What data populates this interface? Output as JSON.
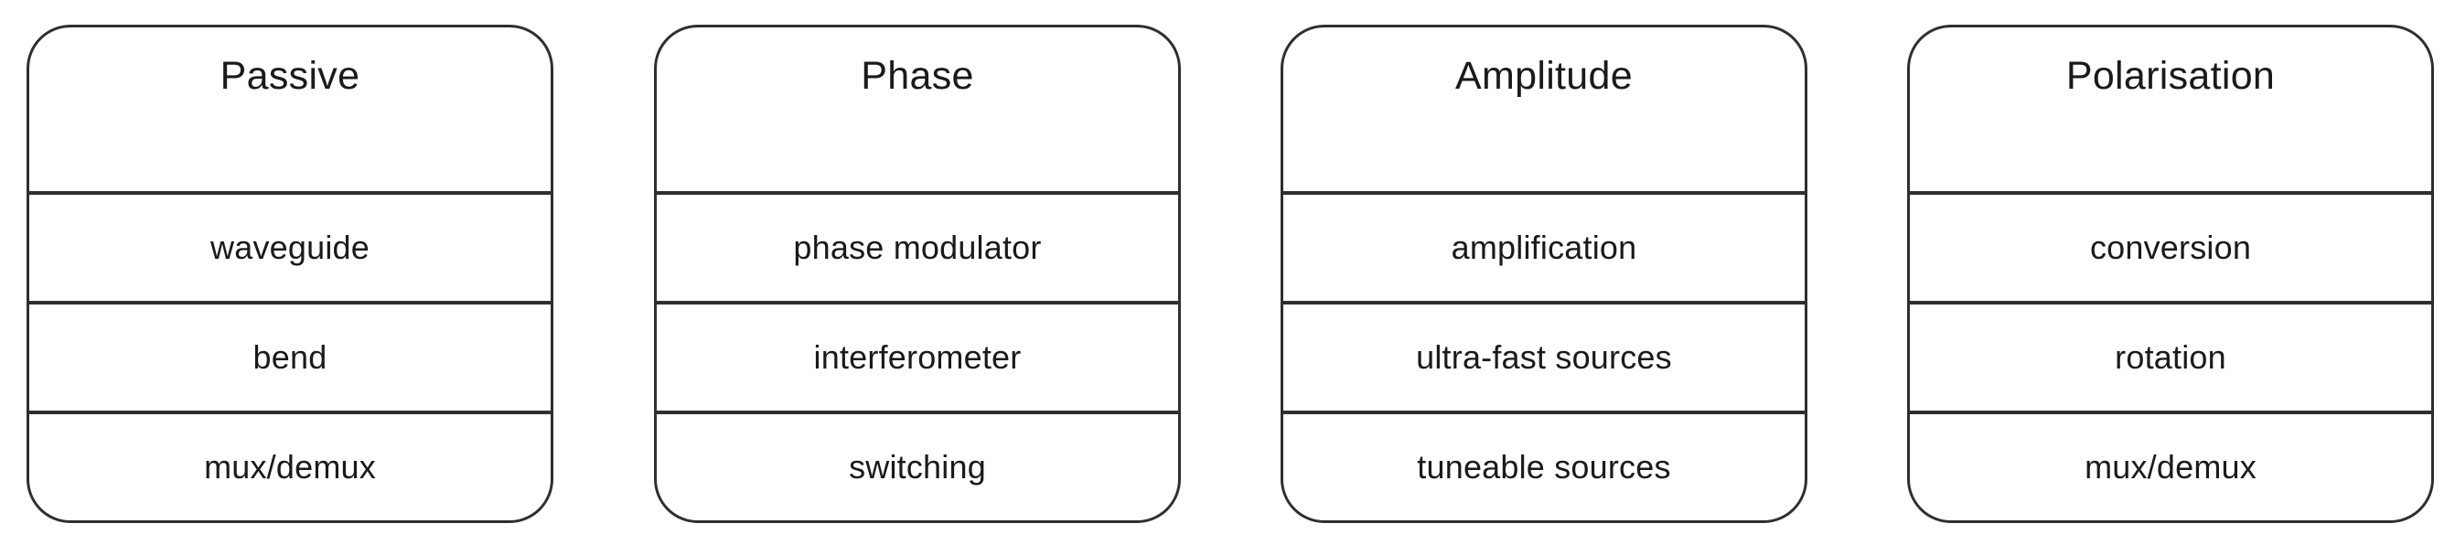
{
  "diagram": {
    "type": "category-cards",
    "title": "",
    "colors": {
      "border": "#2f2f2f",
      "text": "#1a1a1a",
      "background": "#ffffff"
    },
    "cards": [
      {
        "header": "Passive",
        "rows": [
          "waveguide",
          "bend",
          "mux/demux"
        ]
      },
      {
        "header": "Phase",
        "rows": [
          "phase modulator",
          "interferometer",
          "switching"
        ]
      },
      {
        "header": "Amplitude",
        "rows": [
          "amplification",
          "ultra-fast sources",
          "tuneable sources"
        ]
      },
      {
        "header": "Polarisation",
        "rows": [
          "conversion",
          "rotation",
          "mux/demux"
        ]
      }
    ]
  }
}
